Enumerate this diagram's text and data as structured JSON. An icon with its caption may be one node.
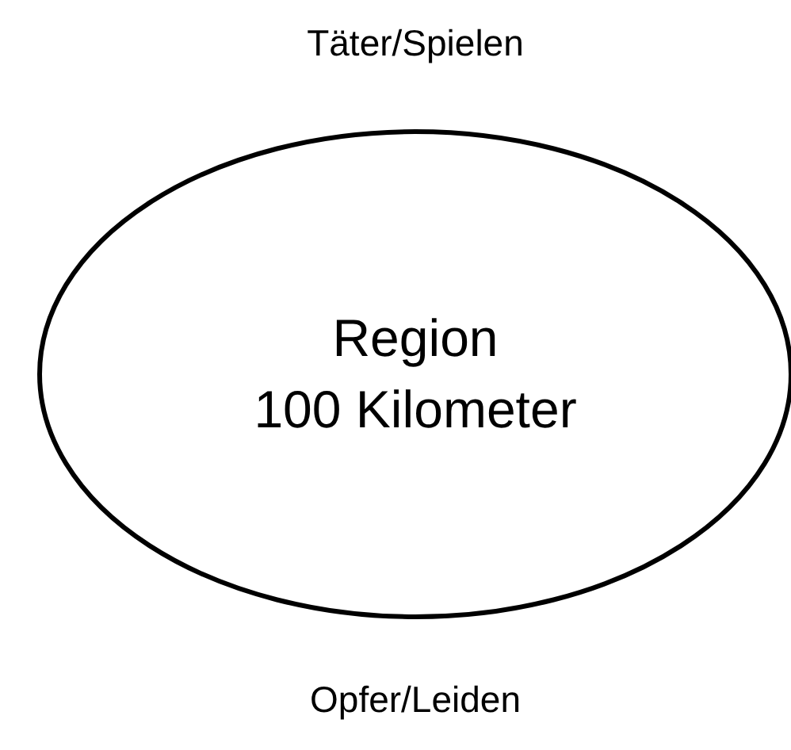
{
  "diagram": {
    "nodes": [
      {
        "text": [
          "Region 100 Kilometer"
        ]
      }
    ],
    "labels": [
      "Täter/Spielen",
      "Opfer/Leiden"
    ]
  }
}
